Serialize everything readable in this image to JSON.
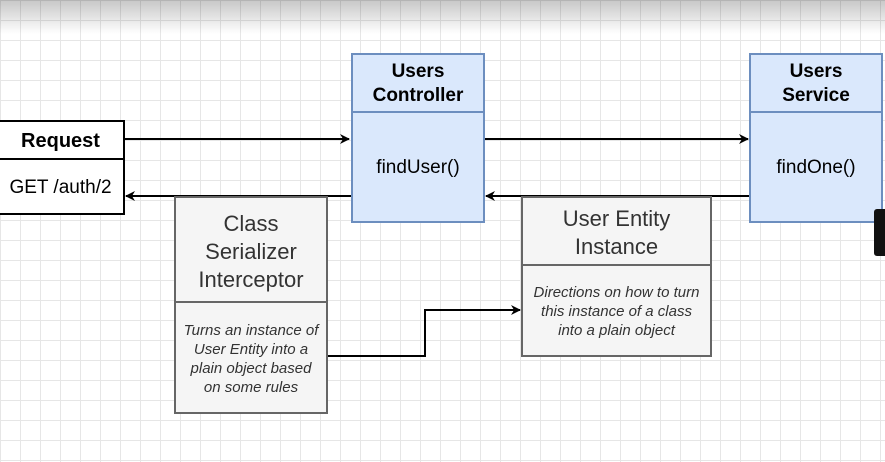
{
  "request": {
    "title": "Request",
    "body": "GET /auth/2"
  },
  "controller": {
    "title": "Users Controller",
    "method": "findUser()"
  },
  "service": {
    "title": "Users Service",
    "method": "findOne()"
  },
  "serializer": {
    "title": "Class Serializer Interceptor",
    "note": "Turns an instance of User Entity into a plain object based on some rules"
  },
  "entity": {
    "title": "User Entity Instance",
    "note": "Directions on how to turn this instance of a class into a plain object"
  },
  "colors": {
    "blue_fill": "#dae8fc",
    "blue_stroke": "#6c8ebf",
    "gray_fill": "#f5f5f5",
    "gray_stroke": "#666666",
    "grid": "#e6e6e6"
  }
}
